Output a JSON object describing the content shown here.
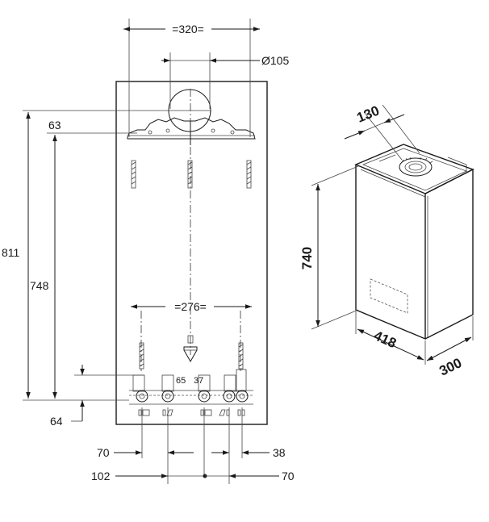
{
  "front_view": {
    "dim_flue_spacing": "=320=",
    "dim_flue_diameter": "Ø105",
    "dim_top_offset": "63",
    "dim_total_height": "811",
    "dim_bracket_height": "748",
    "dim_lower_spacing": "=276=",
    "dim_conn_a": "65",
    "dim_conn_b": "37",
    "dim_bottom_offset": "64",
    "dim_left_70": "70",
    "dim_right_38": "38",
    "dim_left_102": "102",
    "dim_right_70": "70"
  },
  "iso_view": {
    "dim_flue_width": "130",
    "dim_height": "740",
    "dim_width": "418",
    "dim_depth": "300"
  }
}
